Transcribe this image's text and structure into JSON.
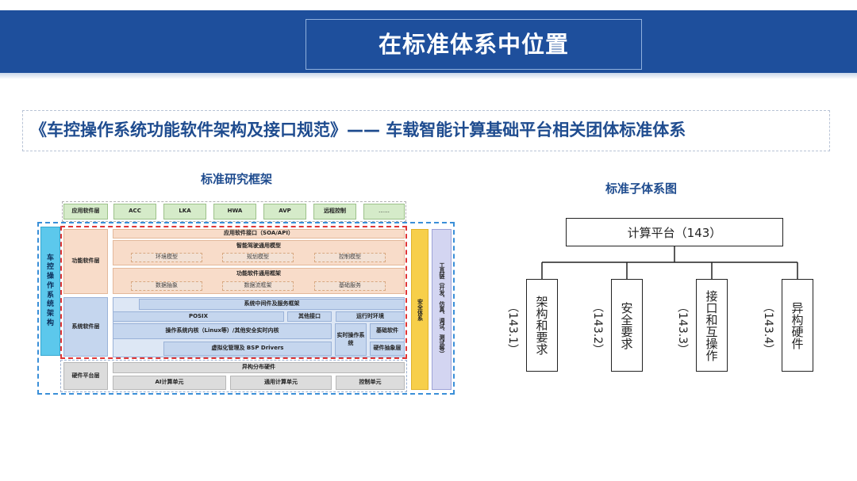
{
  "header": {
    "title": "在标准体系中位置"
  },
  "subtitle": "《车控操作系统功能软件架构及接口规范》—— 车载智能计算基础平台相关团体标准体系",
  "framework": {
    "caption": "标准研究框架",
    "app_row": {
      "label": "应用软件层",
      "items": [
        "ACC",
        "LKA",
        "HWA",
        "AVP",
        "远程控制",
        "……"
      ]
    },
    "left_label": "车控操作系统架构",
    "func_layer_label": "功能软件层",
    "sys_layer_label": "系统软件层",
    "hw_layer_label": "硬件平台层",
    "app_api": "应用软件接口（SOA/API）",
    "ad_model": {
      "title": "智能驾驶通用模型",
      "items": [
        "环境模型",
        "规划模型",
        "控制模型"
      ]
    },
    "func_common": {
      "title": "功能软件通用框架",
      "items": [
        "数据抽象",
        "数据流框架",
        "基础服务"
      ]
    },
    "middleware": "系统中间件及服务框架",
    "posix": "POSIX",
    "other_if": "其他接口",
    "runtime": "运行时环境",
    "kernel": "操作系统内核（Linux等）/其他安全实时内核",
    "realtime_os": "实时操作系统",
    "basic_sw": "基础软件",
    "hw_abs": "硬件抽象层",
    "virt": "虚拟化管理及 BSP Drivers",
    "hetero": "异构分布硬件",
    "hw_items": [
      "AI计算单元",
      "通用计算单元",
      "控制单元"
    ],
    "safety": "安全体系",
    "toolchain": "工具链（开发、仿真、调试、测试等）"
  },
  "tree": {
    "caption": "标准子体系图",
    "root": "计算平台（143）",
    "children": [
      {
        "label": "架构和要求",
        "code": "（143.1）"
      },
      {
        "label": "安全要求",
        "code": "（143.2）"
      },
      {
        "label": "接口和互操作",
        "code": "（143.3）"
      },
      {
        "label": "异构硬件",
        "code": "（143.4）"
      }
    ]
  }
}
